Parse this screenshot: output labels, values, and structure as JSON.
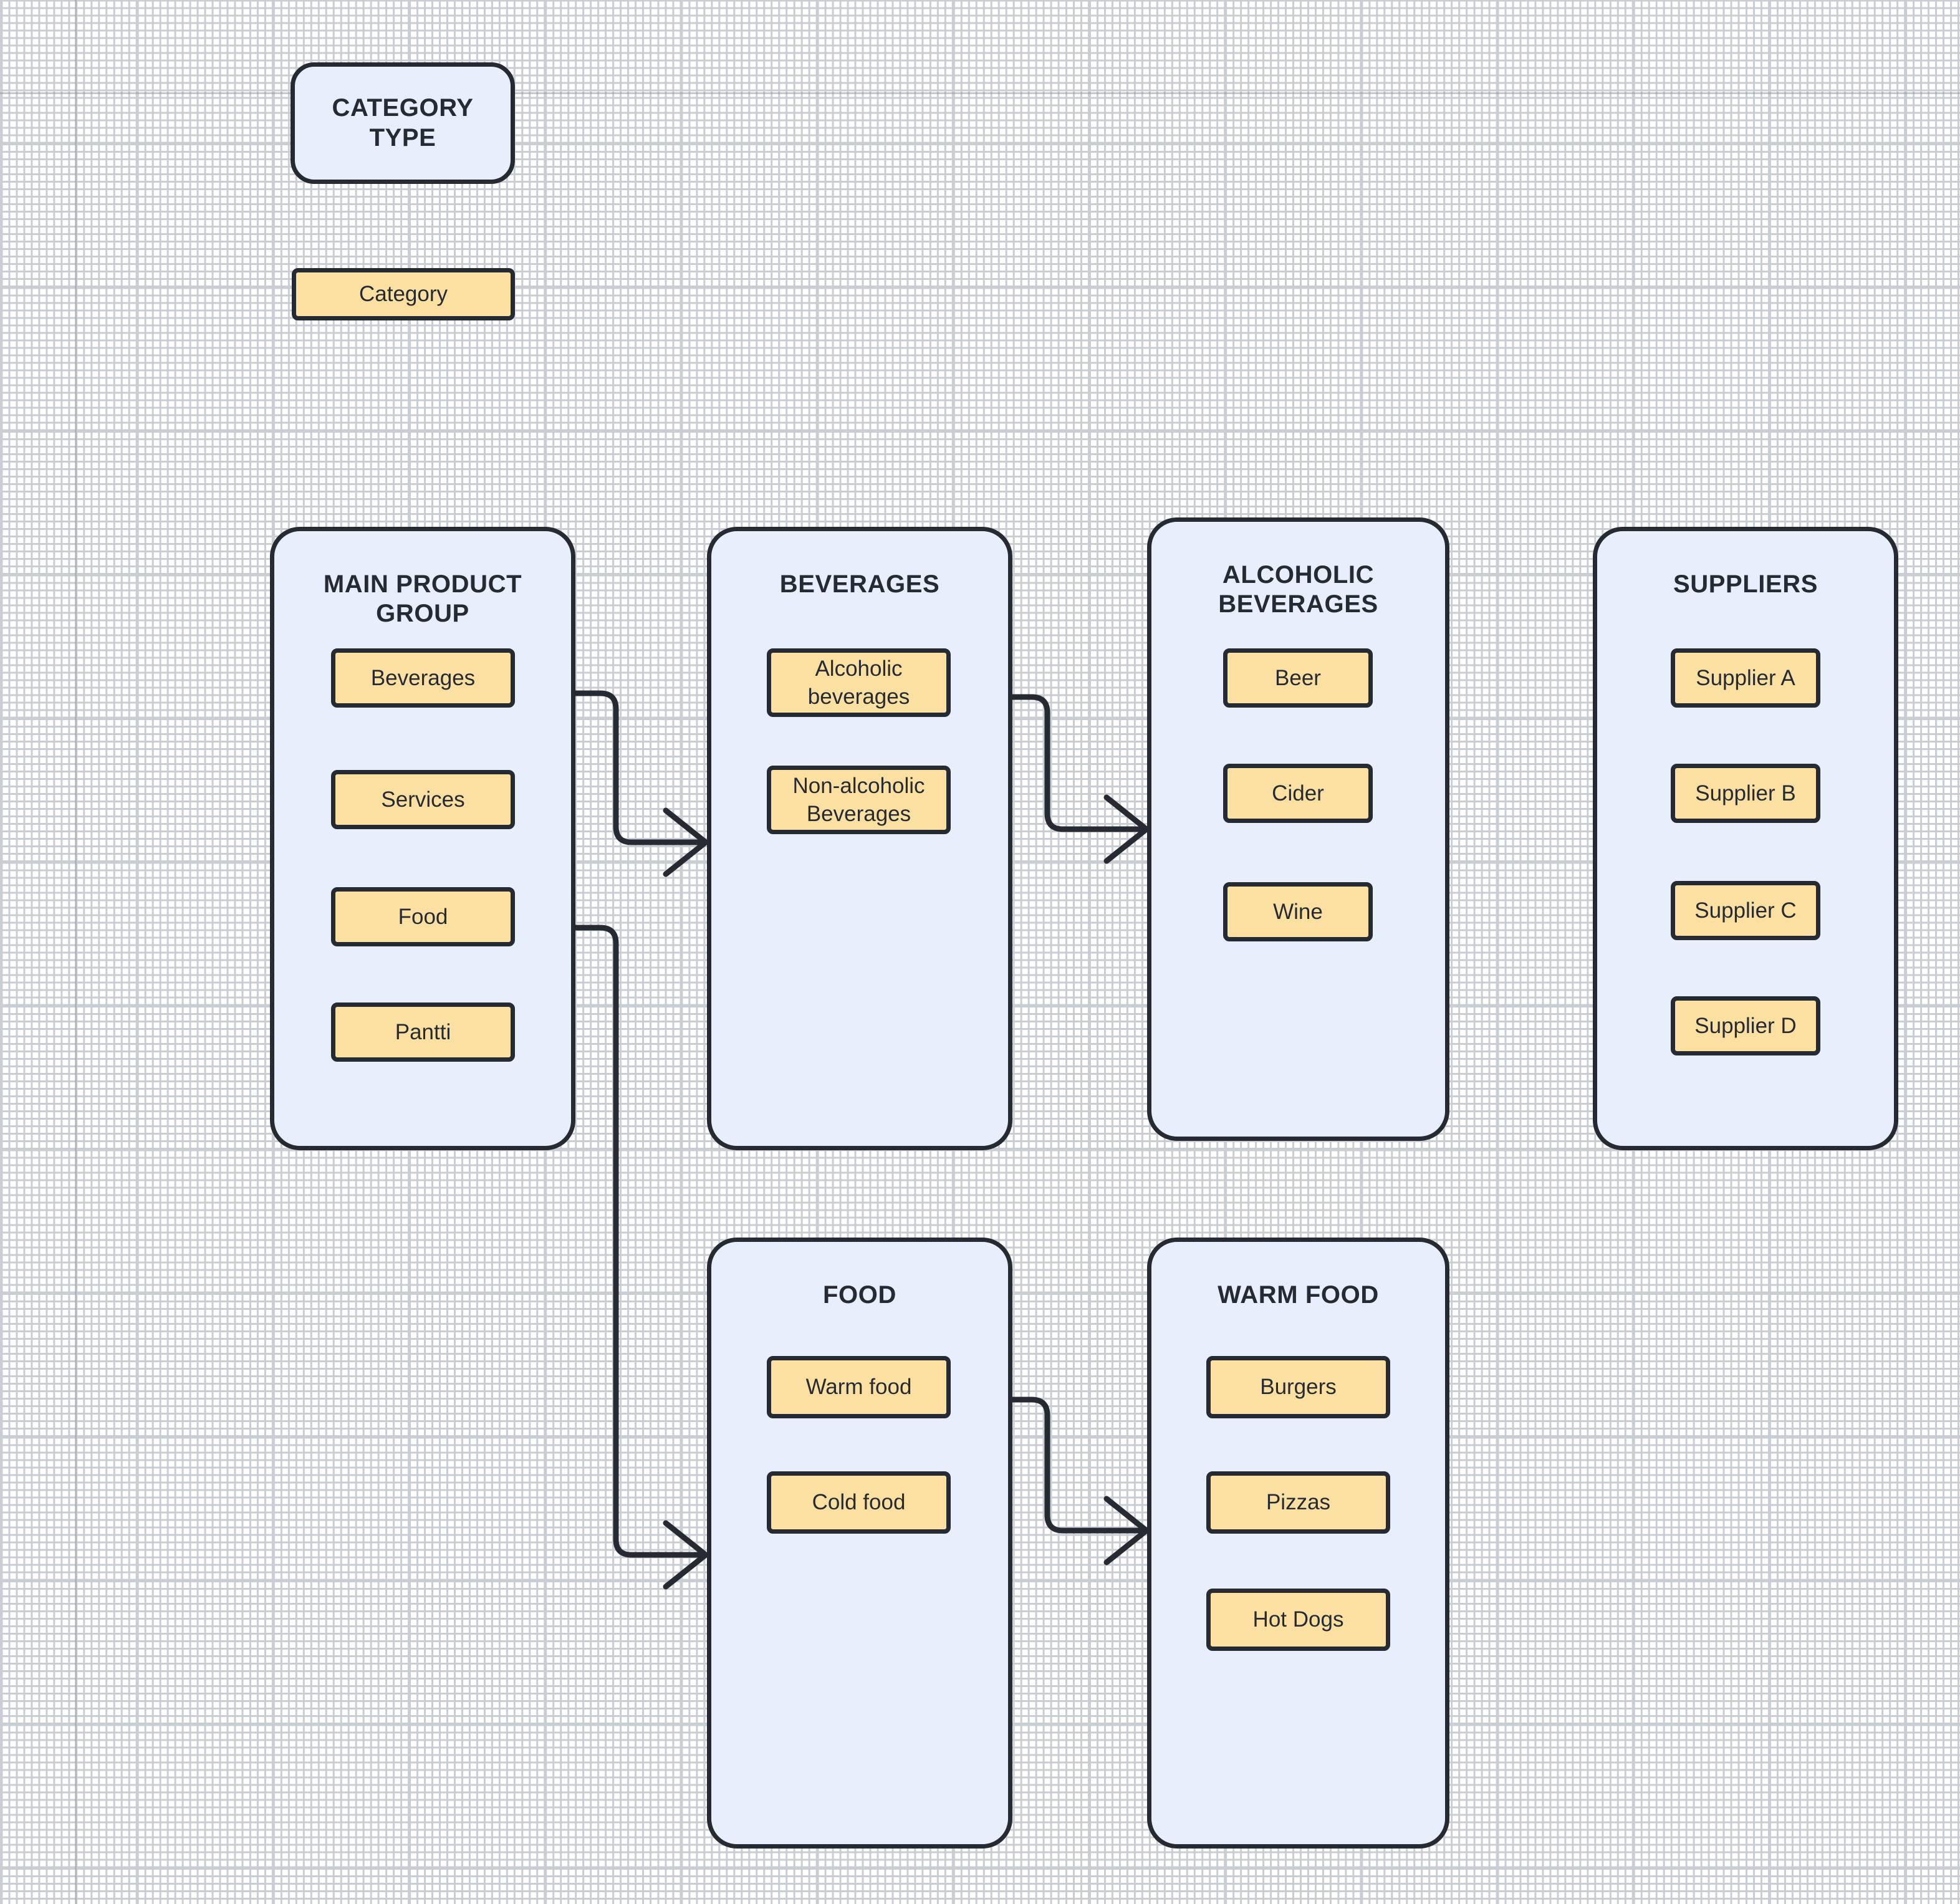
{
  "legend": {
    "type_label": "CATEGORY\nTYPE",
    "type_line1": "CATEGORY",
    "type_line2": "TYPE",
    "category_label": "Category"
  },
  "colors": {
    "container_fill": "#E8EFFC",
    "item_fill": "#FBE0A2",
    "stroke": "#262A33",
    "background": "#FFFFFF",
    "grid_line": "#C9CDD4"
  },
  "groups": [
    {
      "id": "main-product-group",
      "title": "MAIN PRODUCT GROUP",
      "title_lines": [
        "MAIN PRODUCT",
        "GROUP"
      ],
      "items": [
        "Beverages",
        "Services",
        "Food",
        "Pantti"
      ]
    },
    {
      "id": "beverages",
      "title": "BEVERAGES",
      "title_lines": [
        "BEVERAGES"
      ],
      "items": [
        "Alcoholic beverages",
        "Non-alcoholic Beverages"
      ]
    },
    {
      "id": "alcoholic-beverages",
      "title": "ALCOHOLIC BEVERAGES",
      "title_lines": [
        "ALCOHOLIC",
        "BEVERAGES"
      ],
      "items": [
        "Beer",
        "Cider",
        "Wine"
      ]
    },
    {
      "id": "suppliers",
      "title": "SUPPLIERS",
      "title_lines": [
        "SUPPLIERS"
      ],
      "items": [
        "Supplier A",
        "Supplier B",
        "Supplier C",
        "Supplier D"
      ]
    },
    {
      "id": "food",
      "title": "FOOD",
      "title_lines": [
        "FOOD"
      ],
      "items": [
        "Warm food",
        "Cold food"
      ]
    },
    {
      "id": "warm-food",
      "title": "WARM FOOD",
      "title_lines": [
        "WARM FOOD"
      ],
      "items": [
        "Burgers",
        "Pizzas",
        "Hot Dogs"
      ]
    }
  ],
  "connections": [
    {
      "from": "Beverages",
      "to": "BEVERAGES"
    },
    {
      "from": "Food",
      "to": "FOOD"
    },
    {
      "from": "Alcoholic beverages",
      "to": "ALCOHOLIC BEVERAGES"
    },
    {
      "from": "Warm food",
      "to": "WARM FOOD"
    }
  ]
}
